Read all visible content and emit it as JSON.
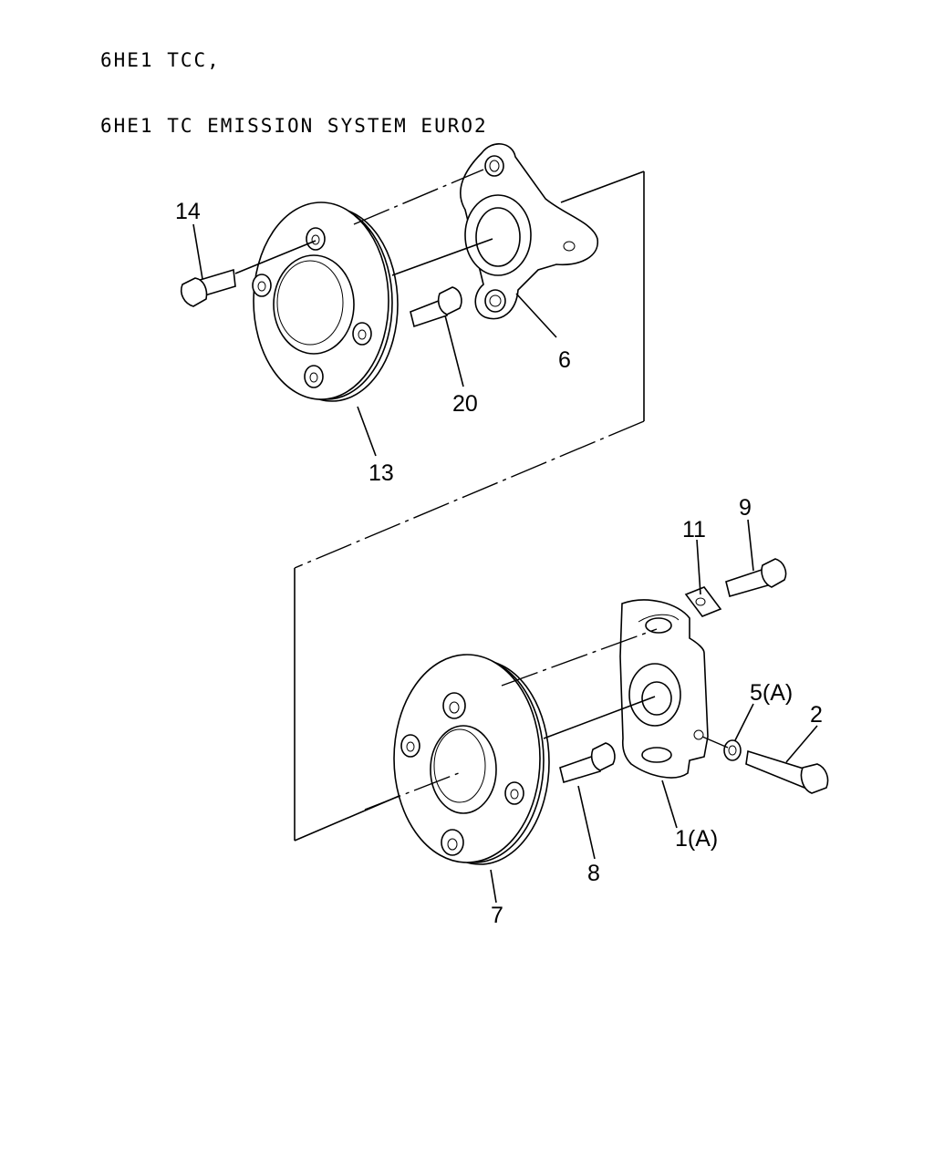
{
  "header": {
    "line1": "6HE1 TCC,",
    "line2": "6HE1 TC EMISSION SYSTEM EURO2"
  },
  "callouts": {
    "c14": "14",
    "c6": "6",
    "c20": "20",
    "c13": "13",
    "c9": "9",
    "c11": "11",
    "c5a": "5(A)",
    "c2": "2",
    "c1a": "1(A)",
    "c8": "8",
    "c7": "7"
  }
}
